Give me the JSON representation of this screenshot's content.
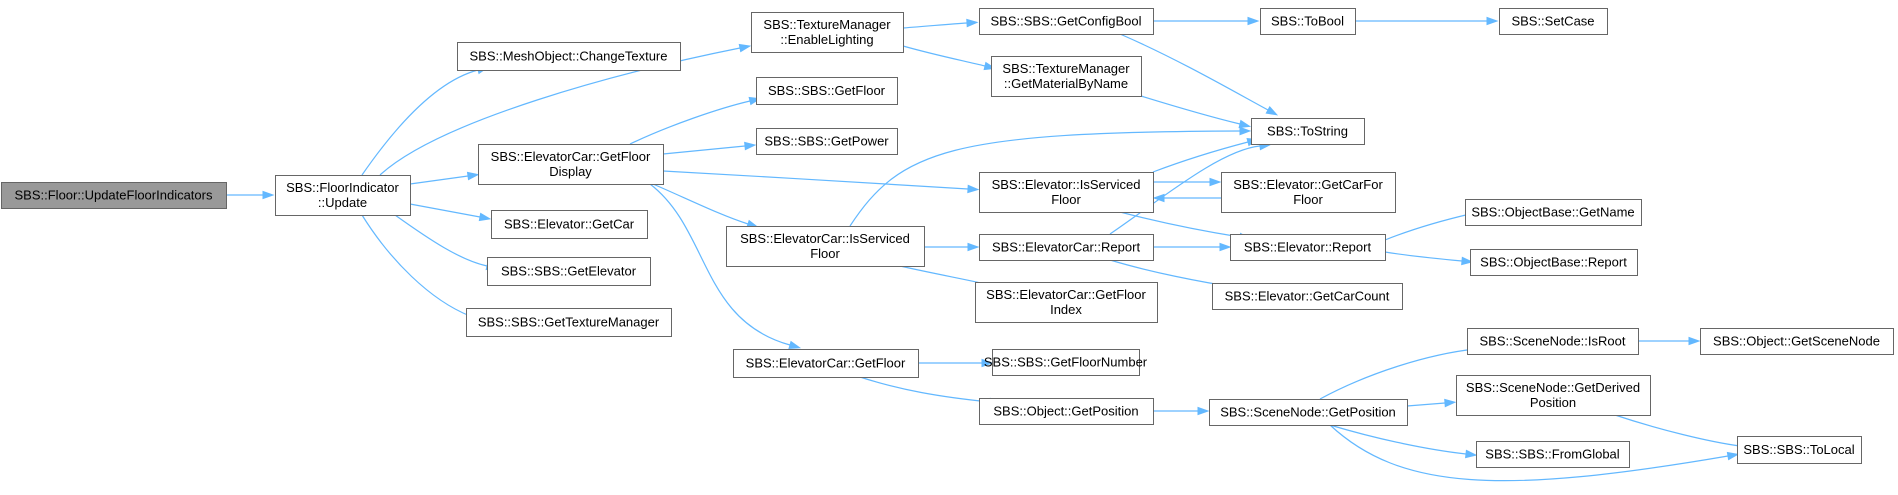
{
  "graph": {
    "edge_color": "#63b8ff",
    "node_border_color": "#666666",
    "root_fill_color": "#999999",
    "nodes": [
      {
        "id": "n0",
        "lines": [
          "SBS::Floor::UpdateFloorIndicators"
        ],
        "root": true
      },
      {
        "id": "n1",
        "lines": [
          "SBS::FloorIndicator",
          "::Update"
        ]
      },
      {
        "id": "n2",
        "lines": [
          "SBS::MeshObject::ChangeTexture"
        ]
      },
      {
        "id": "n3",
        "lines": [
          "SBS::TextureManager",
          "::EnableLighting"
        ]
      },
      {
        "id": "n4",
        "lines": [
          "SBS::ElevatorCar::GetFloor",
          "Display"
        ]
      },
      {
        "id": "n5",
        "lines": [
          "SBS::Elevator::GetCar"
        ]
      },
      {
        "id": "n6",
        "lines": [
          "SBS::SBS::GetElevator"
        ]
      },
      {
        "id": "n7",
        "lines": [
          "SBS::SBS::GetTextureManager"
        ]
      },
      {
        "id": "n8",
        "lines": [
          "SBS::SBS::GetConfigBool"
        ]
      },
      {
        "id": "n9",
        "lines": [
          "SBS::TextureManager",
          "::GetMaterialByName"
        ]
      },
      {
        "id": "n10",
        "lines": [
          "SBS::ToBool"
        ]
      },
      {
        "id": "n11",
        "lines": [
          "SBS::SetCase"
        ]
      },
      {
        "id": "n12",
        "lines": [
          "SBS::ToString"
        ]
      },
      {
        "id": "n13",
        "lines": [
          "SBS::SBS::GetFloor"
        ]
      },
      {
        "id": "n14",
        "lines": [
          "SBS::SBS::GetPower"
        ]
      },
      {
        "id": "n15",
        "lines": [
          "SBS::Elevator::IsServiced",
          "Floor"
        ]
      },
      {
        "id": "n16",
        "lines": [
          "SBS::ElevatorCar::IsServiced",
          "Floor"
        ]
      },
      {
        "id": "n17",
        "lines": [
          "SBS::ElevatorCar::GetFloor"
        ]
      },
      {
        "id": "n18",
        "lines": [
          "SBS::Elevator::GetCarFor",
          "Floor"
        ]
      },
      {
        "id": "n19",
        "lines": [
          "SBS::Elevator::Report"
        ]
      },
      {
        "id": "n20",
        "lines": [
          "SBS::ElevatorCar::Report"
        ]
      },
      {
        "id": "n21",
        "lines": [
          "SBS::ElevatorCar::GetFloor",
          "Index"
        ]
      },
      {
        "id": "n22",
        "lines": [
          "SBS::ObjectBase::GetName"
        ]
      },
      {
        "id": "n23",
        "lines": [
          "SBS::ObjectBase::Report"
        ]
      },
      {
        "id": "n24",
        "lines": [
          "SBS::Elevator::GetCarCount"
        ]
      },
      {
        "id": "n25",
        "lines": [
          "SBS::SBS::GetFloorNumber"
        ]
      },
      {
        "id": "n26",
        "lines": [
          "SBS::Object::GetPosition"
        ]
      },
      {
        "id": "n27",
        "lines": [
          "SBS::SceneNode::GetPosition"
        ]
      },
      {
        "id": "n28",
        "lines": [
          "SBS::SceneNode::IsRoot"
        ]
      },
      {
        "id": "n29",
        "lines": [
          "SBS::Object::GetSceneNode"
        ]
      },
      {
        "id": "n30",
        "lines": [
          "SBS::SceneNode::GetDerived",
          "Position"
        ]
      },
      {
        "id": "n31",
        "lines": [
          "SBS::SBS::FromGlobal"
        ]
      },
      {
        "id": "n32",
        "lines": [
          "SBS::SBS::ToLocal"
        ]
      }
    ],
    "edges": [
      [
        "n0",
        "n1"
      ],
      [
        "n1",
        "n2"
      ],
      [
        "n1",
        "n3"
      ],
      [
        "n1",
        "n4"
      ],
      [
        "n1",
        "n5"
      ],
      [
        "n1",
        "n6"
      ],
      [
        "n1",
        "n7"
      ],
      [
        "n3",
        "n8"
      ],
      [
        "n3",
        "n9"
      ],
      [
        "n8",
        "n10"
      ],
      [
        "n8",
        "n12"
      ],
      [
        "n10",
        "n11"
      ],
      [
        "n9",
        "n12"
      ],
      [
        "n4",
        "n13"
      ],
      [
        "n4",
        "n14"
      ],
      [
        "n4",
        "n15"
      ],
      [
        "n4",
        "n16"
      ],
      [
        "n4",
        "n17"
      ],
      [
        "n15",
        "n12"
      ],
      [
        "n15",
        "n18"
      ],
      [
        "n15",
        "n19"
      ],
      [
        "n18",
        "n15"
      ],
      [
        "n16",
        "n12"
      ],
      [
        "n16",
        "n20"
      ],
      [
        "n16",
        "n21"
      ],
      [
        "n20",
        "n12"
      ],
      [
        "n20",
        "n19"
      ],
      [
        "n20",
        "n24"
      ],
      [
        "n19",
        "n22"
      ],
      [
        "n19",
        "n23"
      ],
      [
        "n17",
        "n25"
      ],
      [
        "n17",
        "n26"
      ],
      [
        "n26",
        "n27"
      ],
      [
        "n27",
        "n28"
      ],
      [
        "n27",
        "n30"
      ],
      [
        "n27",
        "n31"
      ],
      [
        "n27",
        "n32"
      ],
      [
        "n28",
        "n29"
      ],
      [
        "n30",
        "n32"
      ]
    ]
  }
}
